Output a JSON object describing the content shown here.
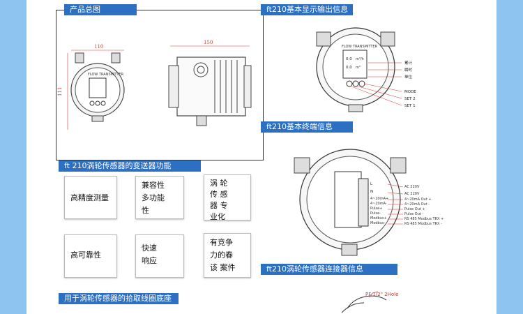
{
  "sections": {
    "overview": "产品总图",
    "display": "ft210基本显示输出信息",
    "terminal": "ft210基本终端信息",
    "functions": "ft 210涡轮传感器的变送器功能",
    "connector": "ft210涡轮传感器连接器信息",
    "pickup": "用于涡轮传感器的拾取线圈底座"
  },
  "dimensions": {
    "width_front": "110",
    "height_front": "111",
    "width_side": "150"
  },
  "device_screen_label": "FLOW TRANSMITTER",
  "display_callouts": [
    "MODE",
    "SET 2",
    "SET 1"
  ],
  "display_digits": [
    "0.0",
    "0.0"
  ],
  "display_units": [
    "m³/h",
    "m³"
  ],
  "display_legend": [
    "累计",
    "瞬时",
    "单位"
  ],
  "terminal_labels": [
    "L",
    "N"
  ],
  "terminal_lines": [
    "AC 220V",
    "AC 220V",
    "4~20mA Out +",
    "4~20mA Out -",
    "Pulse Out +",
    "Pulse Out -",
    "RS 485 Modbus TRX +",
    "RS 485 Modbus TRX -"
  ],
  "terminal_small": [
    "4~20mA+",
    "4~20mA-",
    "Pulse+",
    "Pulse-",
    "Modbus+",
    "Modbus-"
  ],
  "features": [
    "高精度测量",
    "兼容性\n多功能\n性",
    "涡   轮\n传   感\n器 专\n业化",
    "高可靠性",
    "快速\n响应",
    "有竞争\n力的春\n该  案件"
  ],
  "pickup_label": "PF 1/2\" 2Hole",
  "colors": {
    "bar": "#2d6fc1",
    "side": "#8ec5f0"
  }
}
